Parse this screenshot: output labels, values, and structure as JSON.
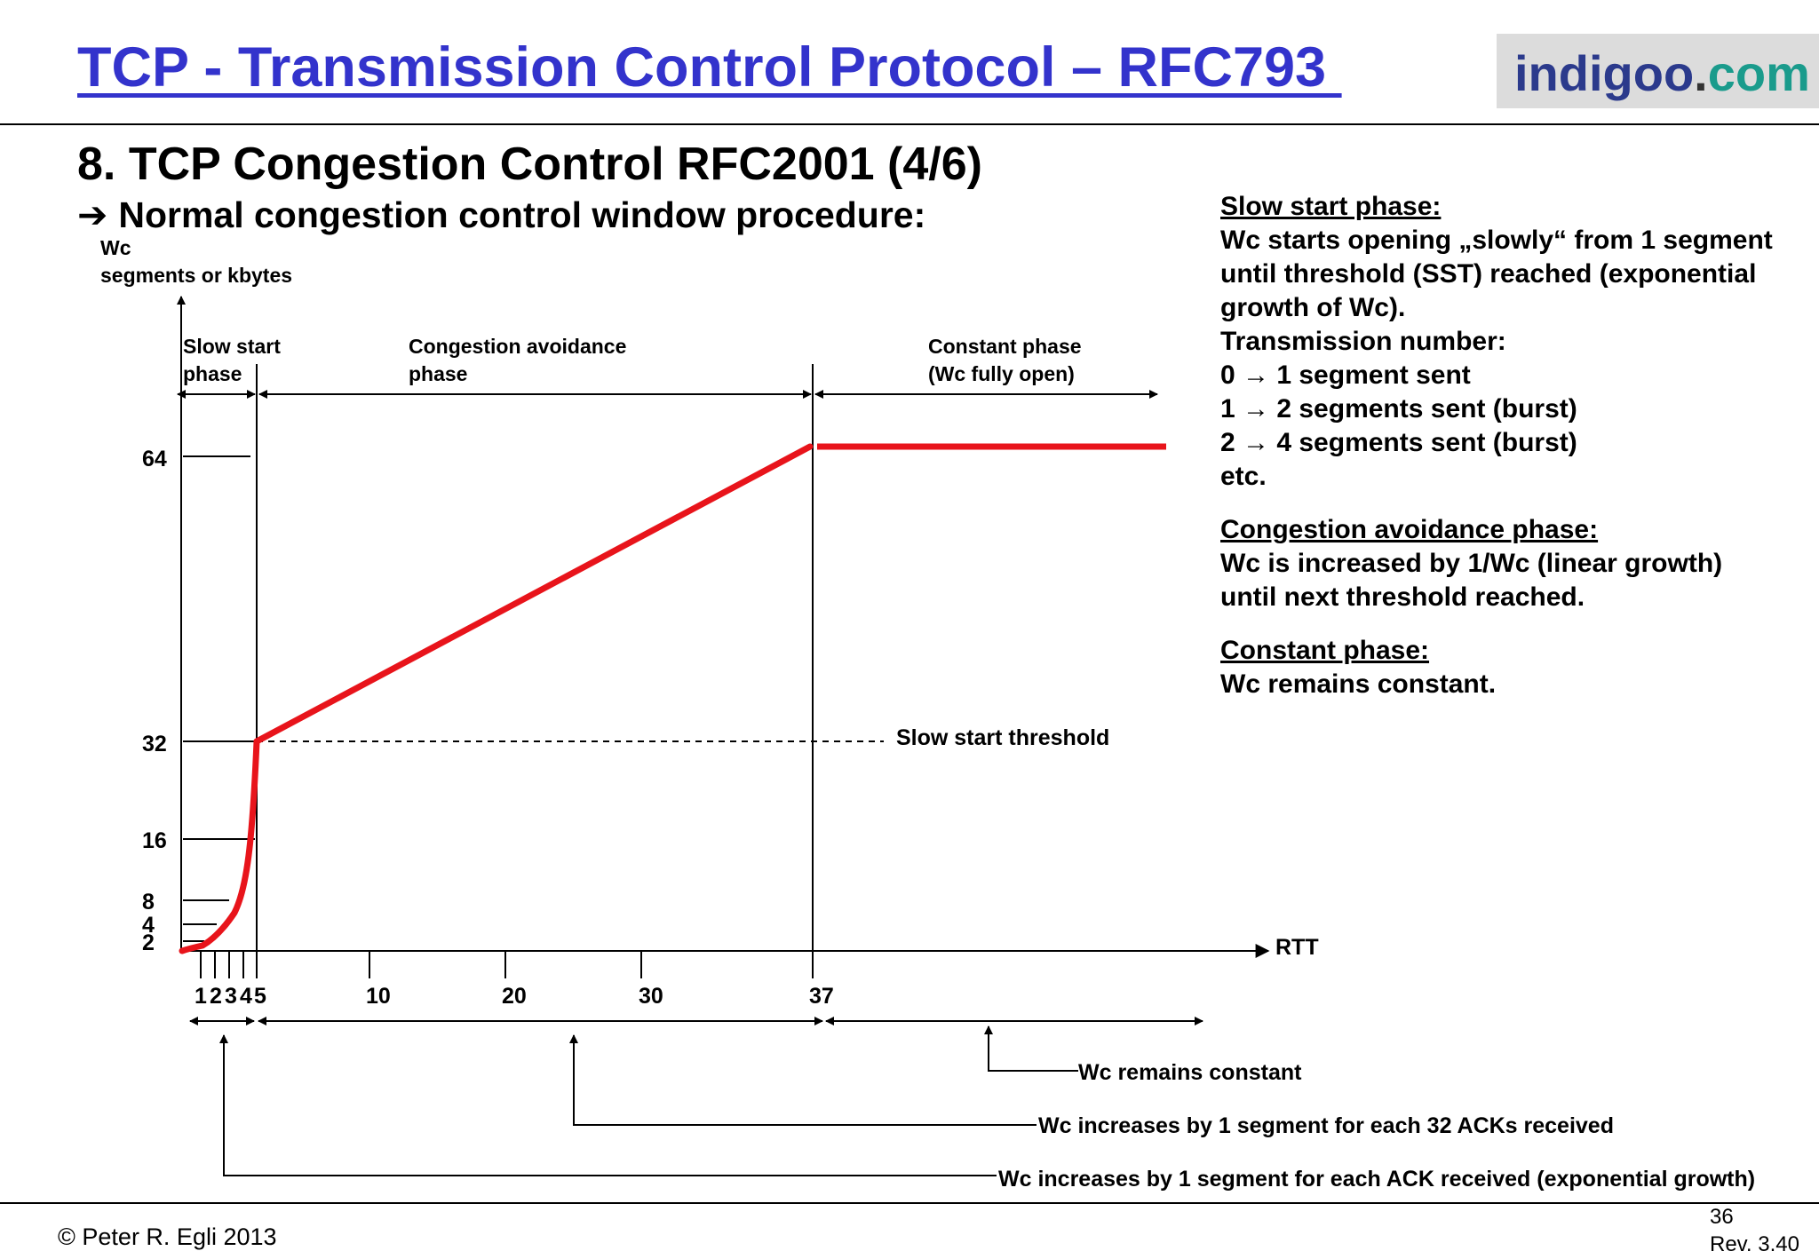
{
  "header": {
    "title": "TCP - Transmission Control Protocol – RFC793 ",
    "logo": {
      "part1": "indigoo",
      "part2": ".",
      "part3": "com"
    }
  },
  "slide": {
    "title": "8. TCP Congestion Control RFC2001 (4/6)",
    "subtitle": "Normal congestion control window procedure:"
  },
  "diagram": {
    "y_axis_label_1": "Wc",
    "y_axis_label_2": "segments or kbytes",
    "x_axis_label": "RTT",
    "phase_slow_1": "Slow start",
    "phase_slow_2": "phase",
    "phase_avoid_1": "Congestion avoidance",
    "phase_avoid_2": "phase",
    "phase_const_1": "Constant phase",
    "phase_const_2": "(Wc fully open)",
    "threshold_label": "Slow start threshold",
    "y_ticks": [
      "64",
      "32",
      "16",
      "8",
      "4",
      "2"
    ],
    "x_ticks": [
      "1",
      "2",
      "3",
      "4",
      "5",
      "10",
      "20",
      "30",
      "37"
    ],
    "note_constant": "Wc remains constant",
    "note_linear": "Wc increases by 1 segment for each 32 ACKs received",
    "note_exponential": "Wc increases by 1 segment for each ACK received (exponential growth)",
    "curve_color": "#e8141b"
  },
  "sidebar": {
    "slow_heading": "Slow start phase:",
    "slow_lines": [
      "Wc starts opening „slowly“ from 1 segment",
      "until threshold (SST) reached (exponential",
      "growth of Wc).",
      "Transmission number:",
      "0 → 1 segment sent",
      "1 → 2 segments sent (burst)",
      "2 → 4 segments sent (burst)",
      "etc."
    ],
    "avoid_heading": "Congestion avoidance phase:",
    "avoid_lines": [
      "Wc is increased by 1/Wc (linear growth)",
      "until next threshold reached."
    ],
    "const_heading": "Constant phase:",
    "const_lines": [
      "Wc remains constant."
    ]
  },
  "footer": {
    "copyright": "© Peter R. Egli 2013",
    "page": "36",
    "revision": "Rev. 3.40"
  }
}
